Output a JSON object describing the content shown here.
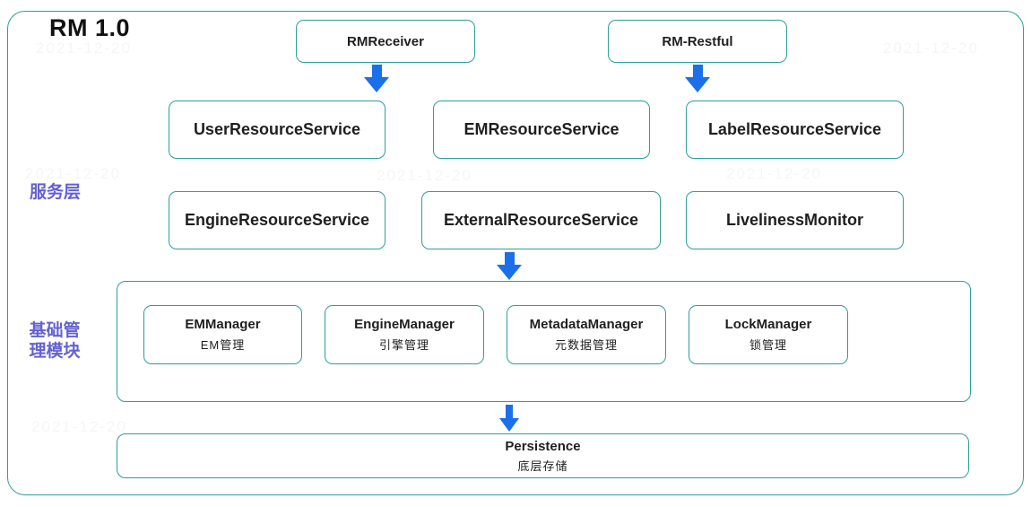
{
  "title": "RM 1.0",
  "watermark": "2021-12-20",
  "colors": {
    "box_border": "#2f9e99",
    "arrow_blue": "#1b6fe8",
    "layer_label_purple": "#6361d2",
    "text_dark": "#1f1f1f"
  },
  "top_nodes": {
    "receiver": "RMReceiver",
    "restful": "RM-Restful"
  },
  "service_layer": {
    "label": "服务层",
    "row1": [
      "UserResourceService",
      "EMResourceService",
      "LabelResourceService"
    ],
    "row2": [
      "EngineResourceService",
      "ExternalResourceService",
      "LivelinessMonitor"
    ]
  },
  "base_module": {
    "label_line1": "基础管",
    "label_line2": "理模块",
    "managers": [
      {
        "name": "EMManager",
        "desc": "EM管理"
      },
      {
        "name": "EngineManager",
        "desc": "引擎管理"
      },
      {
        "name": "MetadataManager",
        "desc": "元数据管理"
      },
      {
        "name": "LockManager",
        "desc": "锁管理"
      }
    ]
  },
  "persistence": {
    "name": "Persistence",
    "desc": "底层存储"
  }
}
